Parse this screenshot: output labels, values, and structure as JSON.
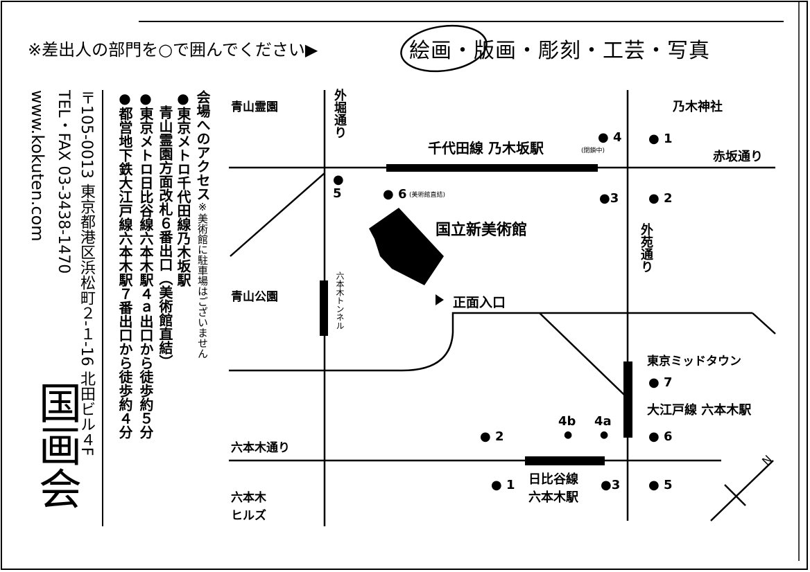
{
  "header": {
    "instruction": "※差出人の部門を○で囲んでください▶",
    "departments": [
      "絵画",
      "・版画",
      "・彫刻",
      "・工芸",
      "・写真"
    ],
    "circled_department": "絵画"
  },
  "access": {
    "title": "会場へのアクセス",
    "note": "※美術館に駐車場はございません",
    "routes": [
      "●東京メトロ千代田線乃木坂駅",
      "青山霊園方面改札６番出口（美術館直結）",
      "●東京メトロ日比谷線六本木駅４ａ出口から徒歩約５分",
      "●都営地下鉄大江戸線六本木駅７番出口から徒歩約４分"
    ]
  },
  "contact": {
    "address": "〒105-0013 東京都港区浜松町２-１-16 北田ビル４F",
    "tel_fax": "TEL・FAX 03-3438-1470",
    "website": "www.kokuten.com",
    "organization": "国画会"
  },
  "map": {
    "labels": {
      "aoyama_cemetery": "青山霊園",
      "sotobori": "外堀通り",
      "nogi_shrine": "乃木神社",
      "akasaka": "赤坂通り",
      "chiyoda_station": "千代田線 乃木坂駅",
      "exit4_note": "(閉鎖中)",
      "exit6_note": "(美術館直結)",
      "museum": "国立新美術館",
      "gaien": "外苑通り",
      "aoyama_park": "青山公園",
      "tunnel": "六本木トンネル",
      "entrance": "正面入口",
      "midtown": "東京ミッドタウン",
      "oedo_station": "大江戸線 六本木駅",
      "roppongi_dori": "六本木通り",
      "hibiya_station_1": "日比谷線",
      "hibiya_station_2": "六本木駅",
      "hills_1": "六本木",
      "hills_2": "ヒルズ",
      "north": "N"
    },
    "exits": {
      "c4": "4",
      "c1": "1",
      "c5": "5",
      "c6": "6",
      "c3": "3",
      "c2": "2",
      "o7": "7",
      "o6": "6",
      "o5": "5",
      "h4b": "4b",
      "h4a": "4a",
      "h2": "2",
      "h1": "1",
      "h3": "3"
    }
  }
}
